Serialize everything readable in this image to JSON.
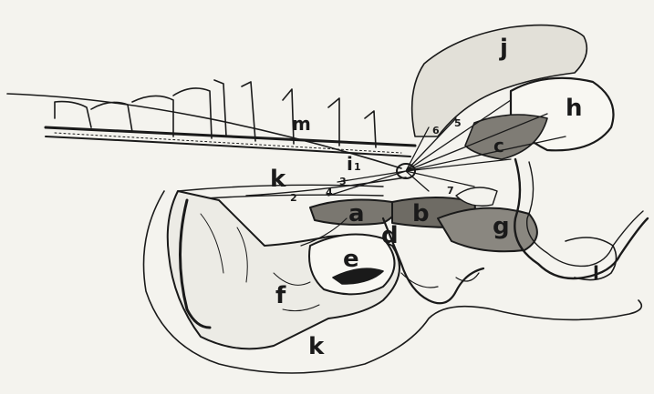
{
  "labels": {
    "j": "j",
    "h": "h",
    "m": "m",
    "i": "i",
    "k_upper": "k",
    "a": "a",
    "b": "b",
    "c": "c",
    "d": "d",
    "g": "g",
    "e": "e",
    "f": "f",
    "k_lower": "k",
    "l": "l"
  },
  "numbers": {
    "n1": "1",
    "n2": "2",
    "n3": "3",
    "n4": "4",
    "n5": "5",
    "n6": "6",
    "n7": "7"
  }
}
